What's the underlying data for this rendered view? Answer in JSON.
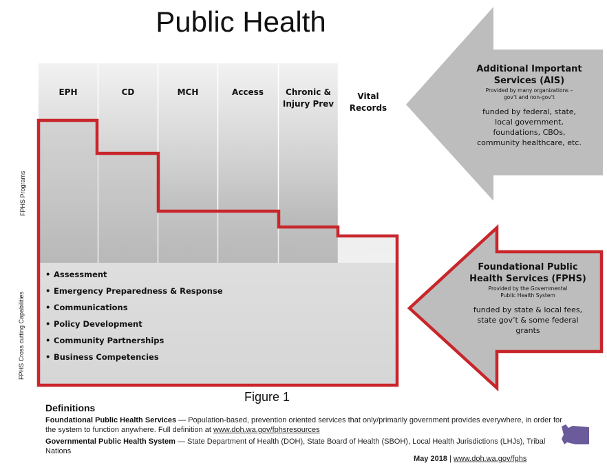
{
  "title": "Public Health",
  "program_columns": [
    {
      "label": "EPH"
    },
    {
      "label": "CD"
    },
    {
      "label": "MCH"
    },
    {
      "label": "Access"
    },
    {
      "label": "Chronic & Injury Prev"
    },
    {
      "label": "Vital Records"
    }
  ],
  "column_lines": {
    "chronic": [
      "Chronic &",
      "Injury Prev"
    ],
    "vital": [
      "Vital",
      "Records"
    ]
  },
  "side_labels": {
    "programs": "FPHS Programs",
    "capabilities": "FPHS Cross cutting Capabilities"
  },
  "capabilities": [
    "Assessment",
    "Emergency Preparedness & Response",
    "Communications",
    "Policy Development",
    "Community Partnerships",
    "Business Competencies"
  ],
  "ais_arrow": {
    "title_line1": "Additional Important",
    "title_line2": "Services (AIS)",
    "provided_line1": "Provided by many organizations –",
    "provided_line2": "gov’t and non-gov’t",
    "funded_lines": [
      "funded by federal, state,",
      "local government,",
      "foundations, CBOs,",
      "community healthcare, etc."
    ]
  },
  "fphs_arrow": {
    "title_line1": "Foundational Public",
    "title_line2": "Health Services (FPHS)",
    "provided_line1": "Provided by the Governmental",
    "provided_line2": "Public Health System",
    "funded_lines": [
      "funded by state & local fees,",
      "state gov’t & some federal",
      "grants"
    ]
  },
  "figure_caption": "Figure 1",
  "definitions": {
    "heading": "Definitions",
    "fphs_term": "Foundational Public Health Services",
    "fphs_text": " — Population-based, prevention oriented services that only/primarily government provides everywhere, in order for the system to function anywhere. Full definition at ",
    "fphs_url": "www.doh.wa.gov/fphsresources",
    "gphs_term": "Governmental Public Health System",
    "gphs_text": " — State Department of Health (DOH), State Board of Health (SBOH), Local Health Jurisdictions (LHJs), Tribal Nations"
  },
  "footer": {
    "date": "May 2018",
    "separator": " | ",
    "url": "www.doh.wa.gov/fphs"
  },
  "colors": {
    "outline_red": "#c8262b",
    "column_gray_light": "#e4e4e4",
    "column_gray_dark": "#a4a4a4",
    "arrow_gray": "#bdbdbd",
    "state_purple": "#6b5b9a"
  }
}
